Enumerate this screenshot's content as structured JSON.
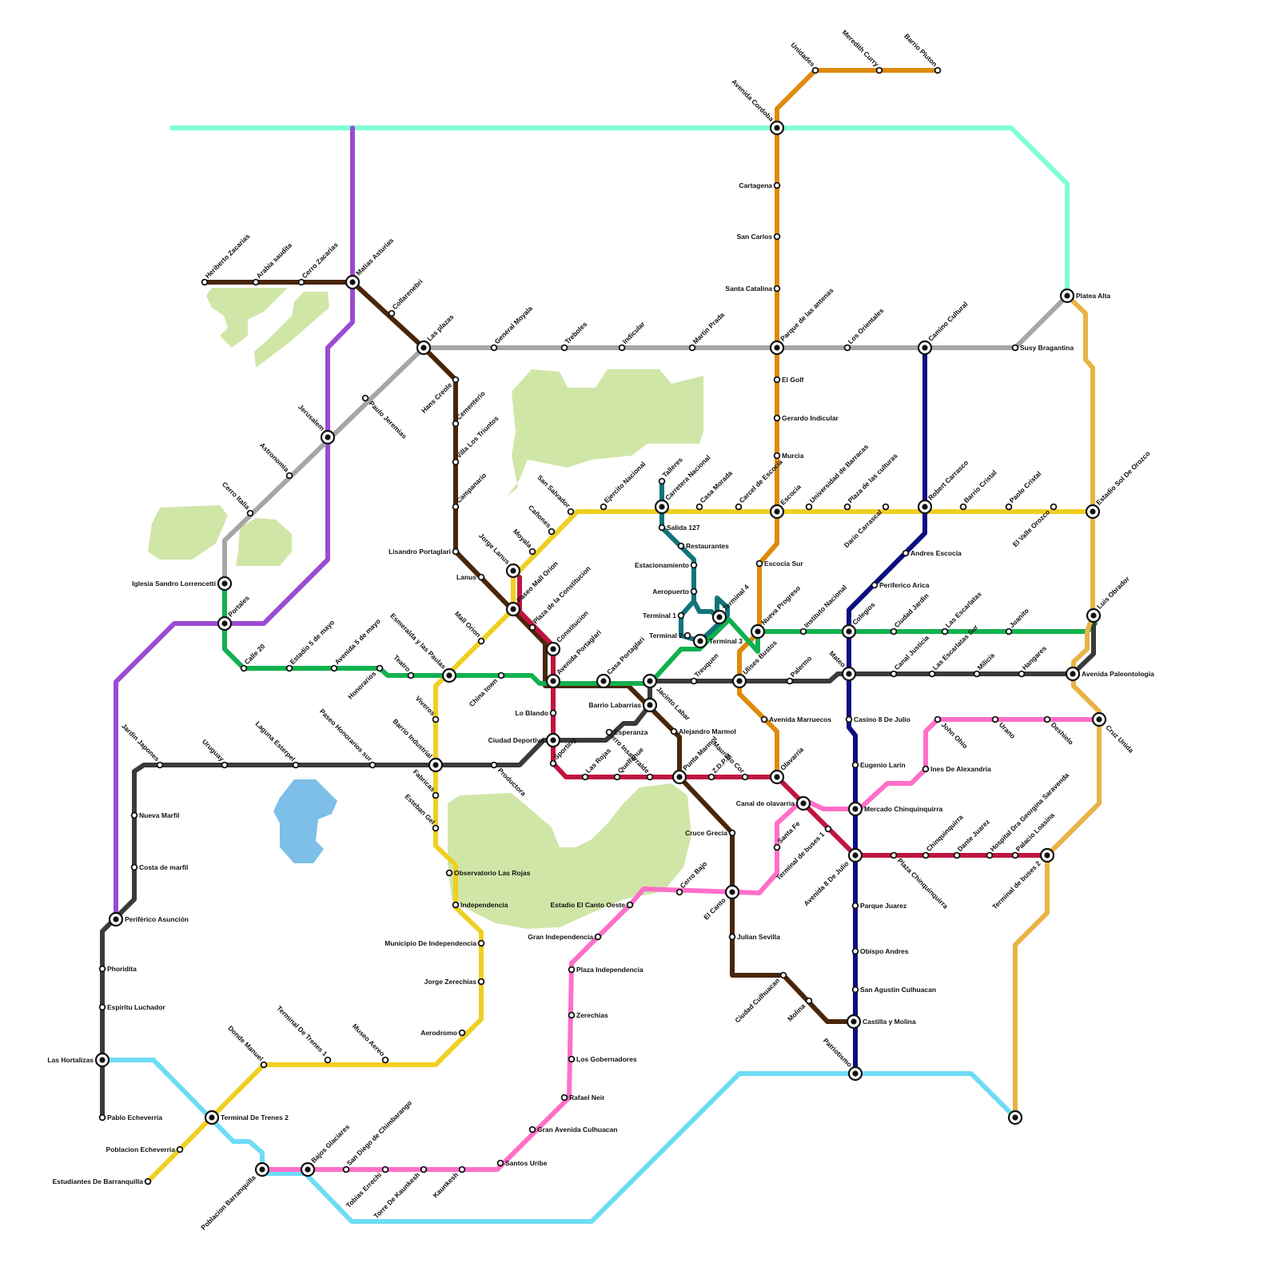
{
  "colors": {
    "aqua": "#7fffd4",
    "orange": "#de8a0c",
    "purple": "#9b4bd1",
    "brown": "#4a2609",
    "gray": "#a6a6a6",
    "yellow": "#f0cf22",
    "green": "#11b14d",
    "teal": "#127479",
    "navy": "#0d0d82",
    "crimson": "#c0143f",
    "dark": "#3a3a3a",
    "pink": "#ff6fc9",
    "gold": "#e8b445",
    "skyblue": "#6edcf7",
    "park": "#d0e6a7",
    "water": "#7dbfe8"
  },
  "stations": [
    {
      "id": "s1",
      "name": "Heriberto Zacarias"
    },
    {
      "id": "s2",
      "name": "Arabia saudita"
    },
    {
      "id": "s3",
      "name": "Cerro Zacarias"
    },
    {
      "id": "s4",
      "name": "Matias Asturias"
    },
    {
      "id": "s5",
      "name": "Collarenebri"
    },
    {
      "id": "s6",
      "name": "Las plazas"
    },
    {
      "id": "s7",
      "name": "General Moyala"
    },
    {
      "id": "s8",
      "name": "Treboles"
    },
    {
      "id": "s9",
      "name": "Indicular"
    },
    {
      "id": "s10",
      "name": "Martin Prada"
    },
    {
      "id": "s11",
      "name": "Parque de las antenas"
    },
    {
      "id": "s12",
      "name": "Los Orientales"
    },
    {
      "id": "s13",
      "name": "Camino Cultural"
    },
    {
      "id": "s14",
      "name": "Susy Bragantina"
    },
    {
      "id": "s15",
      "name": "Platea Alta"
    },
    {
      "id": "s16",
      "name": "Unidades"
    },
    {
      "id": "s17",
      "name": "Meredith Curry"
    },
    {
      "id": "s18",
      "name": "Barrio Pluton"
    },
    {
      "id": "s19",
      "name": "Avenida Cordoba"
    },
    {
      "id": "s20",
      "name": "Cartagena"
    },
    {
      "id": "s21",
      "name": "San Carlos"
    },
    {
      "id": "s22",
      "name": "Santa Catalina"
    },
    {
      "id": "s23",
      "name": "El Golf"
    },
    {
      "id": "s24",
      "name": "Gerardo Indicular"
    },
    {
      "id": "s25",
      "name": "Murcia"
    },
    {
      "id": "s26",
      "name": "Escocia"
    },
    {
      "id": "s27",
      "name": "Escocia Sur"
    },
    {
      "id": "s28",
      "name": "Nueva Progreso"
    },
    {
      "id": "s29",
      "name": "Paulo Jeremias"
    },
    {
      "id": "s30",
      "name": "Jerusalem"
    },
    {
      "id": "s31",
      "name": "Astronomia"
    },
    {
      "id": "s32",
      "name": "Cerro Italia"
    },
    {
      "id": "s33",
      "name": "Iglesia Sandro Lorrencetti"
    },
    {
      "id": "s34",
      "name": "Portales"
    },
    {
      "id": "s35",
      "name": "Calle 20"
    },
    {
      "id": "s36",
      "name": "Estadio 5 de mayo"
    },
    {
      "id": "s37",
      "name": "Avenida 5 de mayo"
    },
    {
      "id": "s38",
      "name": "Honorarios"
    },
    {
      "id": "s39",
      "name": "Teatro"
    },
    {
      "id": "s40",
      "name": "Esmeralda y las Paulas"
    },
    {
      "id": "s41",
      "name": "China town"
    },
    {
      "id": "s42",
      "name": "Avenida Portaglari"
    },
    {
      "id": "s43",
      "name": "Casa Portaglari"
    },
    {
      "id": "s44",
      "name": "Jacinto Labar"
    },
    {
      "id": "s45",
      "name": "Treuquen"
    },
    {
      "id": "s46",
      "name": "Ulises Bustos"
    },
    {
      "id": "s47",
      "name": "Palermo"
    },
    {
      "id": "s48",
      "name": "Mateo"
    },
    {
      "id": "s49",
      "name": "Canal Justicia"
    },
    {
      "id": "s50",
      "name": "Las Escarlatas Sur"
    },
    {
      "id": "s51",
      "name": "Milicia"
    },
    {
      "id": "s52",
      "name": "Hangares"
    },
    {
      "id": "s53",
      "name": "Avenida Paleontologia"
    },
    {
      "id": "s54",
      "name": "Luis Obrador"
    },
    {
      "id": "s55",
      "name": "Estadio Sol De Orozco"
    },
    {
      "id": "s56",
      "name": "Cruz Unida"
    },
    {
      "id": "s57",
      "name": "Hans Creole"
    },
    {
      "id": "s58",
      "name": "Cementerio"
    },
    {
      "id": "s59",
      "name": "Villa Los Triuntos"
    },
    {
      "id": "s60",
      "name": "Campanario"
    },
    {
      "id": "s61",
      "name": "Lisandro Portaglari"
    },
    {
      "id": "s62",
      "name": "Lanus"
    },
    {
      "id": "s63",
      "name": "Plaza de la Constitucion"
    },
    {
      "id": "s64",
      "name": "Constitucion"
    },
    {
      "id": "s65",
      "name": "Barrio Labarrias"
    },
    {
      "id": "s66",
      "name": "Alejandro Marmol"
    },
    {
      "id": "s67",
      "name": "Punta Marmol"
    },
    {
      "id": "s68",
      "name": "Cruce Grecia"
    },
    {
      "id": "s69",
      "name": "El Canto"
    },
    {
      "id": "s70",
      "name": "Julian Sevilla"
    },
    {
      "id": "s71",
      "name": "Ciudad Culhuacan"
    },
    {
      "id": "s72",
      "name": "Molina"
    },
    {
      "id": "s73",
      "name": "Castilla y Molina"
    },
    {
      "id": "s74",
      "name": "Patriotismo"
    },
    {
      "id": "s75",
      "name": "Jorge Lanus"
    },
    {
      "id": "s76",
      "name": "Paseo Mall Orion"
    },
    {
      "id": "s77",
      "name": "Mall Orion"
    },
    {
      "id": "s78",
      "name": "Moyala"
    },
    {
      "id": "s79",
      "name": "Cañones"
    },
    {
      "id": "s80",
      "name": "San Salvador"
    },
    {
      "id": "s81",
      "name": "Ejercito Nacional"
    },
    {
      "id": "s82",
      "name": "Carretera Nacional"
    },
    {
      "id": "s83",
      "name": "Casa Morada"
    },
    {
      "id": "s84",
      "name": "Carcel de Escocia"
    },
    {
      "id": "s85",
      "name": "Universidad de Barracas"
    },
    {
      "id": "s86",
      "name": "Plaza de las culturas"
    },
    {
      "id": "s87",
      "name": "Dario Carrascal"
    },
    {
      "id": "s88",
      "name": "Robert Carrasco"
    },
    {
      "id": "s89",
      "name": "Barrio Cristal"
    },
    {
      "id": "s90",
      "name": "Paolo Cristal"
    },
    {
      "id": "s91",
      "name": "El Valle Orozco"
    },
    {
      "id": "s92",
      "name": "Talleres"
    },
    {
      "id": "s93",
      "name": "Salida 127"
    },
    {
      "id": "s94",
      "name": "Restaurantes"
    },
    {
      "id": "s95",
      "name": "Estacionamiento"
    },
    {
      "id": "s96",
      "name": "Aeropuerto"
    },
    {
      "id": "s97",
      "name": "Terminal 1"
    },
    {
      "id": "s98",
      "name": "Terminal 2"
    },
    {
      "id": "s99",
      "name": "Terminal 3"
    },
    {
      "id": "s100",
      "name": "Terminal 4"
    },
    {
      "id": "s101",
      "name": "Instituto Nacional"
    },
    {
      "id": "s102",
      "name": "Colegios"
    },
    {
      "id": "s103",
      "name": "Ciudad Jardin"
    },
    {
      "id": "s104",
      "name": "Las Escarlatas"
    },
    {
      "id": "s105",
      "name": "Juanito"
    },
    {
      "id": "s106",
      "name": "Andres Escocia"
    },
    {
      "id": "s107",
      "name": "Periferico Arica"
    },
    {
      "id": "s108",
      "name": "Casino 8 De Julio"
    },
    {
      "id": "s109",
      "name": "Eugenio Larin"
    },
    {
      "id": "s110",
      "name": "Mercado Chinquinquirra"
    },
    {
      "id": "s111",
      "name": "Avenida 8 De Julio"
    },
    {
      "id": "s112",
      "name": "Parque Juarez"
    },
    {
      "id": "s113",
      "name": "Obispo Andres"
    },
    {
      "id": "s114",
      "name": "San Agustin Culhuacan"
    },
    {
      "id": "s115",
      "name": "Lo Blando"
    },
    {
      "id": "s116",
      "name": "Ciudad Deportiva"
    },
    {
      "id": "s117",
      "name": "Sporting"
    },
    {
      "id": "s118",
      "name": "Las Rojas"
    },
    {
      "id": "s119",
      "name": "Quelfahue"
    },
    {
      "id": "s120",
      "name": "Cerro Insaurralde"
    },
    {
      "id": "s121",
      "name": "Z.D.P.M"
    },
    {
      "id": "s122",
      "name": "Mauricio Cor"
    },
    {
      "id": "s123",
      "name": "Olavarria"
    },
    {
      "id": "s124",
      "name": "Canal de olavarria"
    },
    {
      "id": "s125",
      "name": "Terminal de buses 1"
    },
    {
      "id": "s126",
      "name": "Plaza Chinquinquirra"
    },
    {
      "id": "s127",
      "name": "Chinquinquirra"
    },
    {
      "id": "s128",
      "name": "Dante Juarez"
    },
    {
      "id": "s129",
      "name": "Hospital Dra Georgina Saravenda"
    },
    {
      "id": "s130",
      "name": "Palacio Loasina"
    },
    {
      "id": "s131",
      "name": "Terminal de buses 2"
    },
    {
      "id": "s132",
      "name": "Avenida Marruecos"
    },
    {
      "id": "s133",
      "name": "Esperanza"
    },
    {
      "id": "s134",
      "name": "Jardin Japones"
    },
    {
      "id": "s135",
      "name": "Uruguay"
    },
    {
      "id": "s136",
      "name": "Laguna Esterpel"
    },
    {
      "id": "s137",
      "name": "Paseo Honorarios sur"
    },
    {
      "id": "s138",
      "name": "Barrio Industrial"
    },
    {
      "id": "s139",
      "name": "Productora"
    },
    {
      "id": "s140",
      "name": "Nueva Marfil"
    },
    {
      "id": "s141",
      "name": "Costa de marfil"
    },
    {
      "id": "s142",
      "name": "Periférico Asunción"
    },
    {
      "id": "s143",
      "name": "Phoridita"
    },
    {
      "id": "s144",
      "name": "Espiritu Luchador"
    },
    {
      "id": "s145",
      "name": "Las Hortalizas"
    },
    {
      "id": "s146",
      "name": "Pablo Echeverria"
    },
    {
      "id": "s147",
      "name": "Viveros"
    },
    {
      "id": "s148",
      "name": "Fabricas"
    },
    {
      "id": "s149",
      "name": "Esteban Gel"
    },
    {
      "id": "s150",
      "name": "Observatorio Las Rojas"
    },
    {
      "id": "s151",
      "name": "Independencia"
    },
    {
      "id": "s152",
      "name": "Municipio De Independencia"
    },
    {
      "id": "s153",
      "name": "Jorge Zerechias"
    },
    {
      "id": "s154",
      "name": "Aerodromo"
    },
    {
      "id": "s155",
      "name": "Museo Aereo"
    },
    {
      "id": "s156",
      "name": "Terminal De Trenes 1"
    },
    {
      "id": "s157",
      "name": "Donde Manuel"
    },
    {
      "id": "s158",
      "name": "Terminal De Trenes 2"
    },
    {
      "id": "s159",
      "name": "Poblacion Echeverria"
    },
    {
      "id": "s160",
      "name": "Estudiantes De Barranquilla"
    },
    {
      "id": "s161",
      "name": "Poblacion Barranquilla"
    },
    {
      "id": "s162",
      "name": "Bajos Glaciares"
    },
    {
      "id": "s163",
      "name": "San Diego de Chimbarango"
    },
    {
      "id": "s164",
      "name": "Tobias Errechi"
    },
    {
      "id": "s165",
      "name": "Torre De Kaunkesh"
    },
    {
      "id": "s166",
      "name": "Kaunkesh"
    },
    {
      "id": "s167",
      "name": "Santos Uribe"
    },
    {
      "id": "s168",
      "name": "Gran Avenida Culhuacan"
    },
    {
      "id": "s169",
      "name": "Rafael Neir"
    },
    {
      "id": "s170",
      "name": "Los Gobernadores"
    },
    {
      "id": "s171",
      "name": "Zerechias"
    },
    {
      "id": "s172",
      "name": "Plaza Independencia"
    },
    {
      "id": "s173",
      "name": "Gran Independencia"
    },
    {
      "id": "s174",
      "name": "Estadio El Canto Oeste"
    },
    {
      "id": "s175",
      "name": "Cerro Bajo"
    },
    {
      "id": "s176",
      "name": "Santa Fe"
    },
    {
      "id": "s177",
      "name": "Ines De Alexandria"
    },
    {
      "id": "s178",
      "name": "John Ohio"
    },
    {
      "id": "s179",
      "name": "Urano"
    },
    {
      "id": "s180",
      "name": "Deshielo"
    }
  ]
}
